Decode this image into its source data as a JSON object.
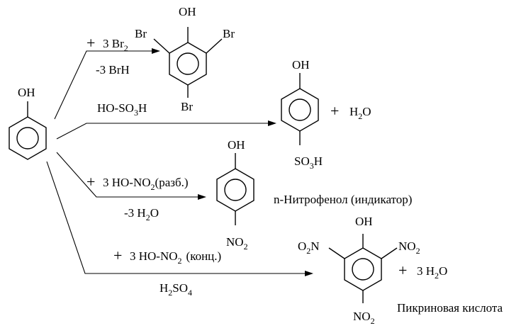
{
  "phenol": {
    "oh": "OH"
  },
  "bromination": {
    "plus": "+",
    "reagent": "3 Br",
    "reagent_sub": "2",
    "byproduct": "-3 BrH",
    "product": {
      "oh": "OH",
      "br_left": "Br",
      "br_right": "Br",
      "br_bottom": "Br"
    }
  },
  "sulfonation": {
    "reagent": "HO-SO",
    "reagent_sub": "3",
    "reagent_tail": "H",
    "product": {
      "oh": "OH",
      "group": "SO",
      "group_sub": "3",
      "group_tail": "H"
    },
    "extra": {
      "plus": "+",
      "water": "H",
      "water_sub": "2",
      "water_tail": "O"
    }
  },
  "nitration_dilute": {
    "plus": "+",
    "reagent": "3 HO-NO",
    "reagent_sub": "2",
    "condition": "(разб.)",
    "byproduct": "-3 H",
    "byproduct_sub": "2",
    "byproduct_tail": "O",
    "product": {
      "oh": "OH",
      "group": "NO",
      "group_sub": "2"
    },
    "product_name": "n-Нитрофенол (индикатор)"
  },
  "nitration_conc": {
    "plus": "+",
    "reagent": "3 HO-NO",
    "reagent_sub": "2",
    "condition": "(конц.)",
    "catalyst": "H",
    "catalyst_sub": "2",
    "catalyst_tail": "SO",
    "catalyst_sub2": "4",
    "product": {
      "oh": "OH",
      "left": "O",
      "left_sub": "2",
      "left_tail": "N",
      "right": "NO",
      "right_sub": "2",
      "bottom": "NO",
      "bottom_sub": "2"
    },
    "extra": {
      "plus": "+",
      "water": "3 H",
      "water_sub": "2",
      "water_tail": "O"
    },
    "product_name": "Пикриновая кислота"
  }
}
